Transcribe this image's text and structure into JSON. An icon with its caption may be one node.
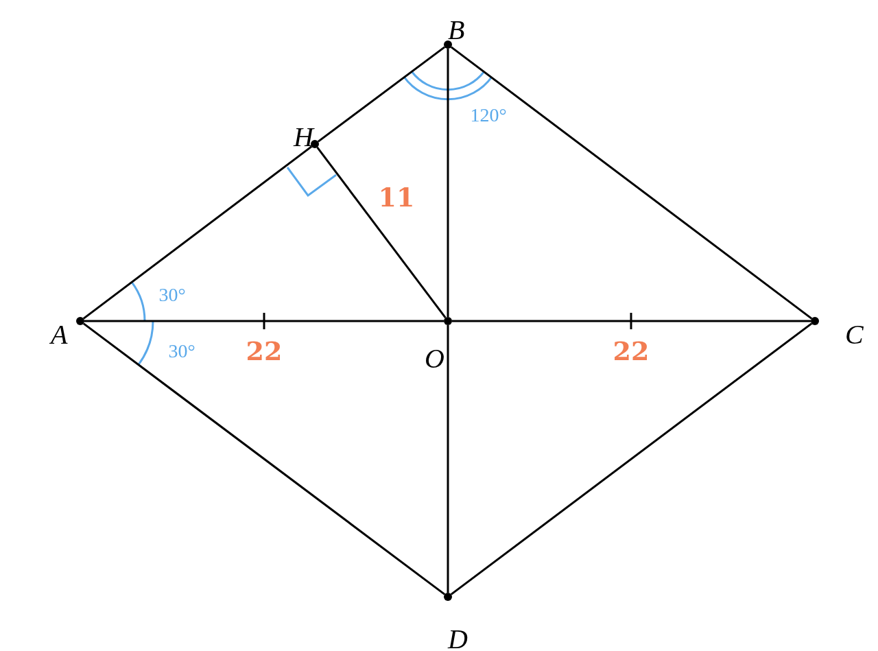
{
  "diagram": {
    "nodes": [
      {
        "text": [
          "B"
        ]
      },
      {
        "text": [
          "H"
        ]
      },
      {
        "text": [
          "A"
        ]
      },
      {
        "text": [
          "O"
        ]
      },
      {
        "text": [
          "C"
        ]
      },
      {
        "text": [
          "D"
        ]
      }
    ],
    "edges": [
      {
        "from": 2,
        "to": 1,
        "arrow": "none"
      },
      {
        "from": 1,
        "to": 0,
        "arrow": "none"
      },
      {
        "from": 0,
        "to": 4,
        "arrow": "none"
      },
      {
        "from": 4,
        "to": 5,
        "arrow": "none"
      },
      {
        "from": 5,
        "to": 2,
        "arrow": "none"
      },
      {
        "from": 2,
        "to": 3,
        "arrow": "none"
      },
      {
        "from": 3,
        "to": 4,
        "arrow": "none"
      },
      {
        "from": 0,
        "to": 3,
        "arrow": "none"
      },
      {
        "from": 3,
        "to": 5,
        "arrow": "none"
      },
      {
        "from": 1,
        "to": 3,
        "arrow": "none"
      }
    ],
    "labels": [
      "120°",
      "11",
      "30°",
      "30°",
      "22",
      "22"
    ]
  }
}
